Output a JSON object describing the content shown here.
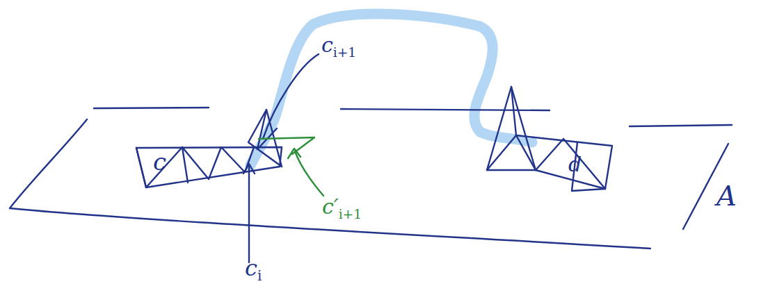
{
  "diagram": {
    "labels": [
      "c",
      "ci",
      "ci+1",
      "c′i+1",
      "d",
      "A"
    ]
  }
}
